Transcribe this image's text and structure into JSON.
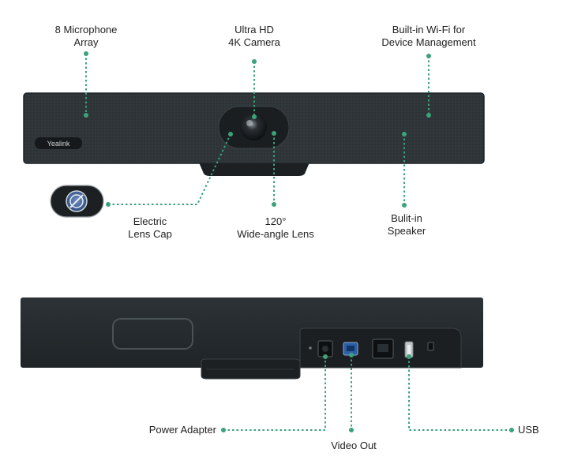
{
  "callouts_top": {
    "mic_array": {
      "line1": "8 Microphone",
      "line2": "Array"
    },
    "camera": {
      "line1": "Ultra HD",
      "line2": "4K Camera"
    },
    "wifi": {
      "line1": "Built-in Wi-Fi for",
      "line2": "Device Management"
    },
    "lens_cap": {
      "line1": "Electric",
      "line2": "Lens Cap"
    },
    "wide_lens": {
      "line1": "120°",
      "line2": "Wide-angle Lens"
    },
    "speaker": {
      "line1": "Bulit-in",
      "line2": "Speaker"
    }
  },
  "callouts_bottom": {
    "power": "Power Adapter",
    "video_out": "Video Out",
    "usb": "USB"
  },
  "device": {
    "brand_logo": "Yealink"
  },
  "colors": {
    "accent": "#3aa37a",
    "device_body": "#2b3135",
    "device_dark": "#1c2023"
  }
}
